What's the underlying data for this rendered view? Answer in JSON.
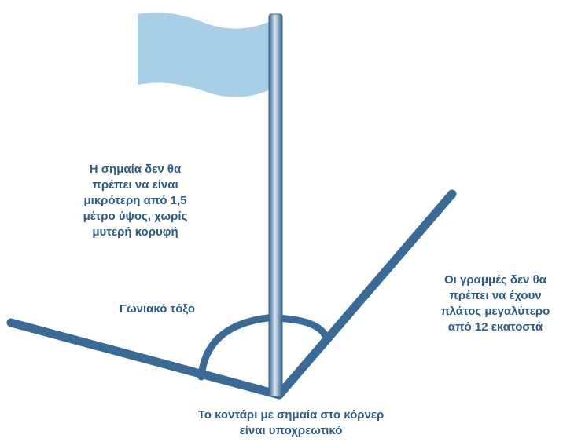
{
  "colors": {
    "line": "#3a6a96",
    "flag": "#a8cfe8",
    "pole_dark": "#2f5d86",
    "pole_light": "#d9e6f2",
    "text": "#2a5b8a"
  },
  "labels": {
    "flag_note": [
      "Η σημαία δεν θα",
      "πρέπει να είναι",
      "μικρότερη από 1,5",
      "μέτρο ύψος, χωρίς",
      "μυτερή κορυφή"
    ],
    "arc_label": "Γωνιακό τόξο",
    "lines_note": [
      "Οι γραμμές δεν θα",
      "πρέπει να έχουν",
      "πλάτος μεγαλύτερο",
      "από 12 εκατοστά"
    ],
    "pole_note": [
      "Το κοντάρι με σημαία στο κόρνερ",
      "είναι υποχρεωτικό"
    ]
  }
}
